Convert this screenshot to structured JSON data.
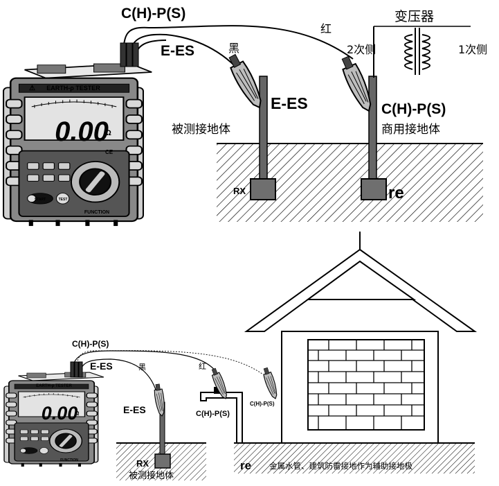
{
  "top": {
    "lead_c_p": "C(H)-P(S)",
    "lead_e_es": "E-ES",
    "wire_black": "黑",
    "wire_red": "红",
    "transformer_title": "变压器",
    "secondary_side": "2次侧",
    "primary_side": "1次侧",
    "probe_e_es": "E-ES",
    "probe_c_p": "C(H)-P(S)",
    "ground_under_test": "被测接地体",
    "commercial_ground": "商用接地体",
    "rx_label": "RX",
    "re_label": "re"
  },
  "bottom": {
    "lead_c_p": "C(H)-P(S)",
    "lead_e_es": "E-ES",
    "wire_black": "黑",
    "wire_red": "红",
    "probe_e_es": "E-ES",
    "pipe_c_p": "C(H)-P(S)",
    "house_c_p": "C(H)-P(S)",
    "rx_label": "RX",
    "ground_under_test": "被测接地体",
    "re_label": "re",
    "aux_ground_note": "金属水管、建筑防雷接地作为辅助接地极"
  },
  "meter": {
    "brand": "EARTH-ρ TESTER",
    "reading": "0.00",
    "unit": "Ω",
    "function_label": "FUNCTION",
    "ce_mark": "CE",
    "warning_symbol": "⚠",
    "button_start": "START",
    "button_test": "TEST"
  }
}
